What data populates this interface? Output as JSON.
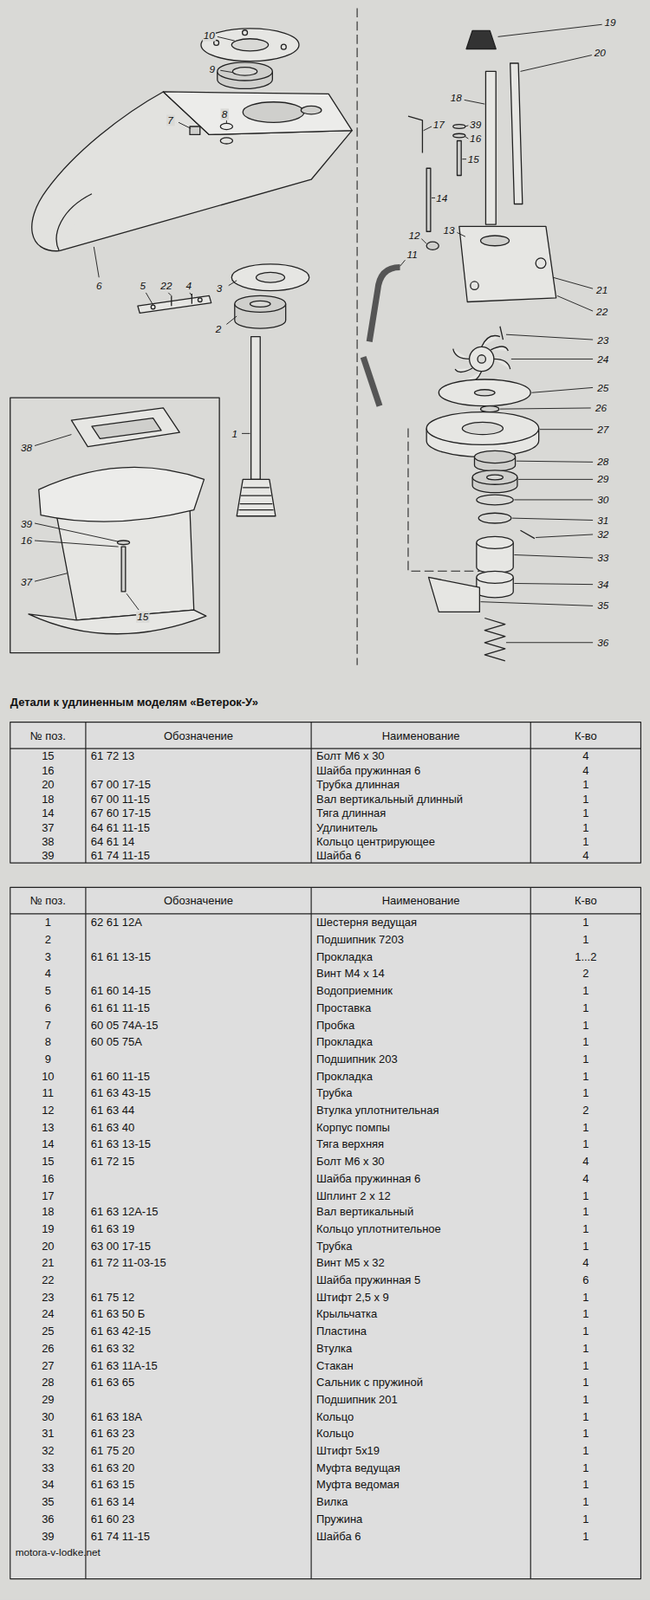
{
  "diagram": {
    "labels": [
      "10",
      "9",
      "19",
      "20",
      "18",
      "7",
      "8",
      "17",
      "39",
      "16",
      "15",
      "14",
      "13",
      "12",
      "11",
      "6",
      "5",
      "22",
      "4",
      "3",
      "2",
      "21",
      "22",
      "23",
      "24",
      "25",
      "26",
      "27",
      "28",
      "29",
      "30",
      "31",
      "32",
      "33",
      "34",
      "35",
      "36",
      "1",
      "38",
      "39",
      "16",
      "37",
      "15",
      "Детали к удлиненным моделям «Ветерок-У»",
      "№ поз.",
      "Обозначение",
      "Наименование",
      "К-во",
      "15",
      "61 72 13",
      "Болт М6 х 30",
      "4",
      "16",
      "Шайба пружинная 6",
      "4",
      "20",
      "67 00 17-15",
      "Трубка длинная",
      "1",
      "18",
      "67 00 11-15",
      "Вал вертикальный длинный",
      "1",
      "14",
      "67 60 17-15",
      "Тяга длинная",
      "1",
      "37",
      "64 61 11-15",
      "Удлинитель",
      "1",
      "38",
      "64 61 14",
      "Кольцо центрирующее",
      "1",
      "39",
      "61 74 11-15",
      "Шайба 6",
      "4",
      "№ поз.",
      "Обозначение",
      "Наименование",
      "К-во",
      "1",
      "62 61 12А",
      "Шестерня ведущая",
      "1",
      "2",
      "Подшипник 7203",
      "1",
      "3",
      "61 61 13-15",
      "Прокладка",
      "1...2",
      "4",
      "Винт М4 х 14",
      "2",
      "5",
      "61 60 14-15",
      "Водоприемник",
      "1",
      "6",
      "61 61 11-15",
      "Проставка",
      "1",
      "7",
      "60 05 74А-15",
      "Пробка",
      "1",
      "8",
      "60 05 75А",
      "Прокладка",
      "1",
      "9",
      "Подшипник 203",
      "1",
      "10",
      "61 60 11-15",
      "Прокладка",
      "1",
      "11",
      "61 63 43-15",
      "Трубка",
      "1",
      "12",
      "61 63 44",
      "Втулка уплотнительная",
      "2",
      "13",
      "61 63 40",
      "Корпус помпы",
      "1",
      "14",
      "61 63 13-15",
      "Тяга верхняя",
      "1",
      "15",
      "61 72 15",
      "Болт М6 х 30",
      "4",
      "16",
      "Шайба пружинная 6",
      "4",
      "17",
      "Шплинт 2 х 12",
      "1",
      "18",
      "61 63 12А-15",
      "Вал вертикальный",
      "1",
      "19",
      "61 63 19",
      "Кольцо уплотнительное",
      "1",
      "20",
      "63 00 17-15",
      "Трубка",
      "1",
      "21",
      "61 72 11-03-15",
      "Винт М5 х 32",
      "4",
      "22",
      "Шайба пружинная 5",
      "6",
      "23",
      "61 75 12",
      "Штифт 2,5 х 9",
      "1",
      "24",
      "61 63 50 Б",
      "Крыльчатка",
      "1",
      "25",
      "61 63 42-15",
      "Пластина",
      "1",
      "26",
      "61 63 32",
      "Втулка",
      "1",
      "27",
      "61 63 11А-15",
      "Стакан",
      "1",
      "28",
      "61 63 65",
      "Сальник с пружиной",
      "1",
      "29",
      "Подшипник 201",
      "1",
      "30",
      "61 63 18А",
      "Кольцо",
      "1",
      "31",
      "61 63 23",
      "Кольцо",
      "1",
      "32",
      "61 75 20",
      "Штифт 5х19",
      "1",
      "33",
      "61 63 20",
      "Муфта ведущая",
      "1",
      "34",
      "61 63 15",
      "Муфта ведомая",
      "1",
      "35",
      "61 63 14",
      "Вилка",
      "1",
      "36",
      "61 60 23",
      "Пружина",
      "1",
      "39",
      "61 74 11-15",
      "Шайба 6",
      "1",
      "motora-v-lodke.net"
    ]
  }
}
